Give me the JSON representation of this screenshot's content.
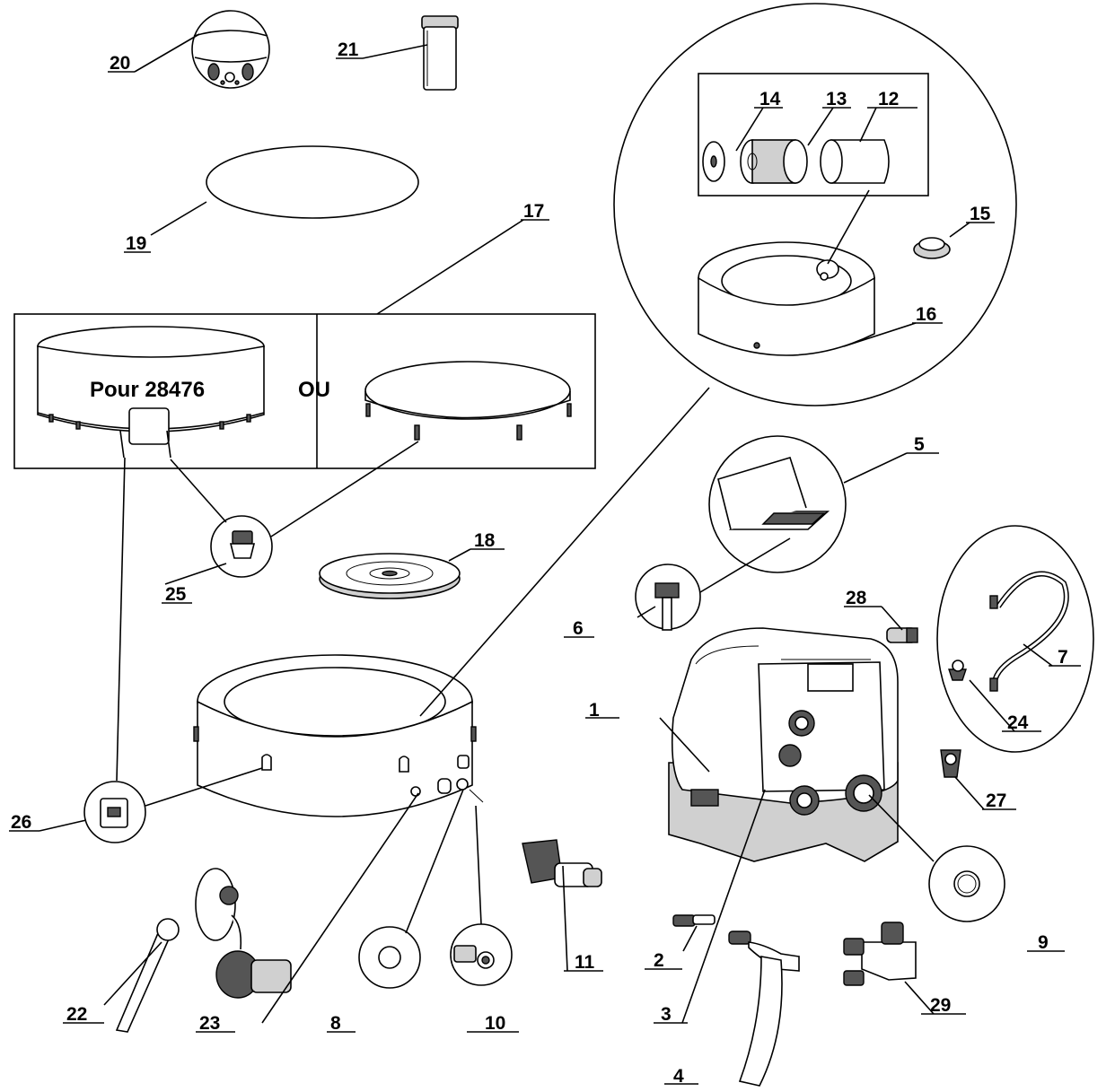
{
  "callouts": [
    "1",
    "2",
    "3",
    "4",
    "5",
    "6",
    "7",
    "8",
    "9",
    "10",
    "11",
    "12",
    "13",
    "14",
    "15",
    "16",
    "17",
    "18",
    "19",
    "20",
    "21",
    "22",
    "23",
    "24",
    "25",
    "26",
    "27",
    "28",
    "29"
  ],
  "cover_panel": {
    "left_label": "Pour 28476",
    "separator_label": "OU"
  }
}
